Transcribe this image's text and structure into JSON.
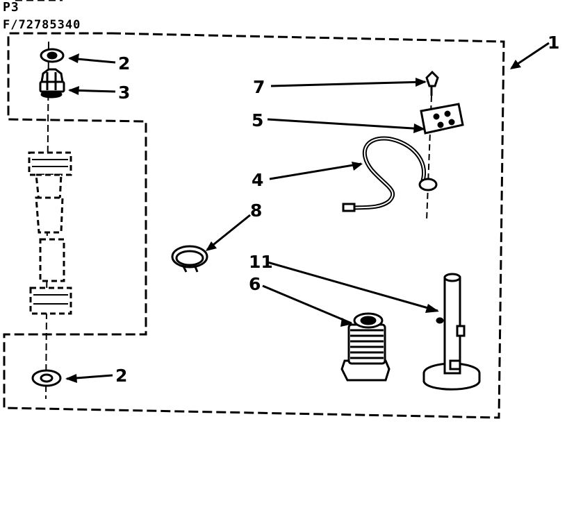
{
  "header": {
    "figure_code": "P3",
    "part_number": "F/72785340"
  },
  "callouts": {
    "c1": "1",
    "c2_top": "2",
    "c3": "3",
    "c7": "7",
    "c5": "5",
    "c4": "4",
    "c8": "8",
    "c11": "11",
    "c6": "6",
    "c2_bottom": "2"
  },
  "colors": {
    "ink": "#000000",
    "paper": "#ffffff"
  }
}
